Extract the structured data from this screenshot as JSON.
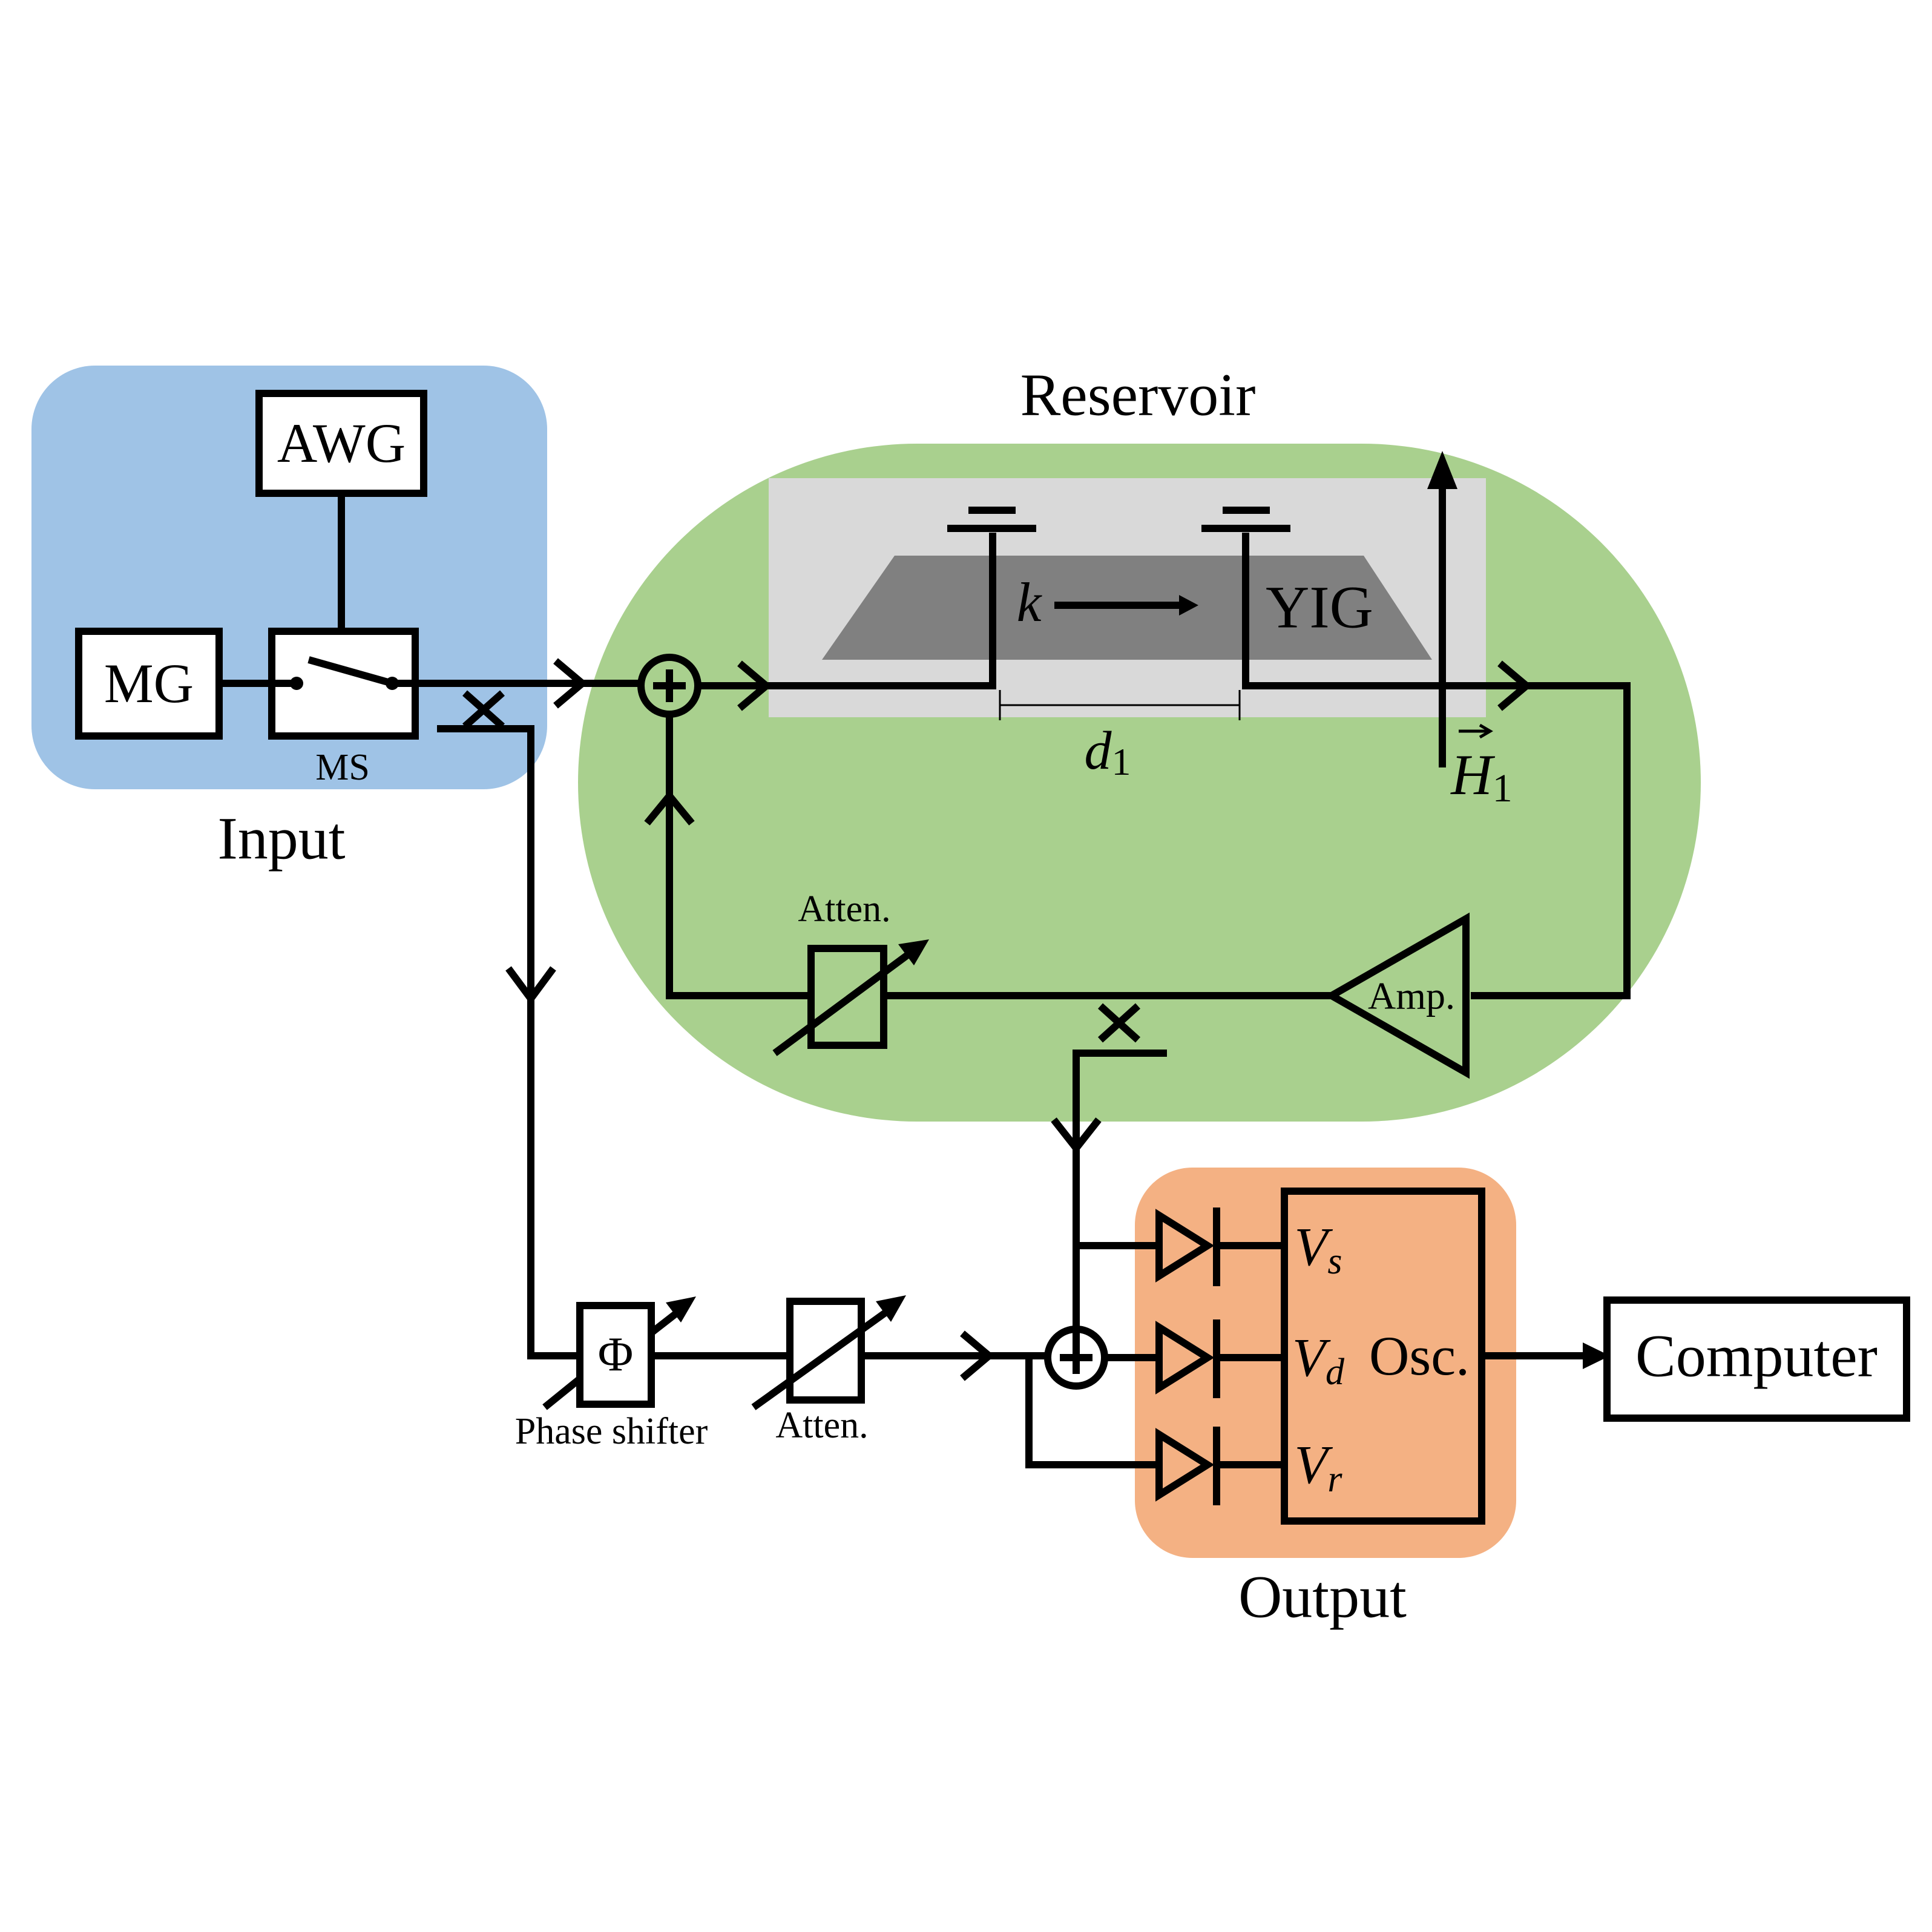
{
  "regions": {
    "input": {
      "label": "Input",
      "color": "#9fc3e6"
    },
    "reservoir": {
      "label": "Reservoir",
      "color": "#a9d08e"
    },
    "output": {
      "label": "Output",
      "color": "#f4b183"
    }
  },
  "input": {
    "awg_label": "AWG",
    "mg_label": "MG",
    "ms_label": "MS"
  },
  "reservoir": {
    "yig_label": "YIG",
    "k_label": "k",
    "d_label": "d",
    "d_sub": "1",
    "h_label": "H",
    "h_sub": "1",
    "atten_label": "Atten.",
    "amp_label": "Amp.",
    "yig_color": "#808080",
    "sample_bg": "#d9d9d9"
  },
  "path": {
    "phase_symbol": "Φ",
    "phase_label": "Phase shifter",
    "atten_label": "Atten."
  },
  "output": {
    "v1": "V",
    "v1_sub": "s",
    "v2": "V",
    "v2_sub": "d",
    "v3": "V",
    "v3_sub": "r",
    "osc_label": "Osc.",
    "computer_label": "Computer"
  },
  "icons": [
    "combiner-icon",
    "coupler-icon",
    "switch-icon",
    "diode-icon",
    "amplifier-icon",
    "variable-attenuator-icon",
    "ground-icon",
    "arrow-icon"
  ]
}
